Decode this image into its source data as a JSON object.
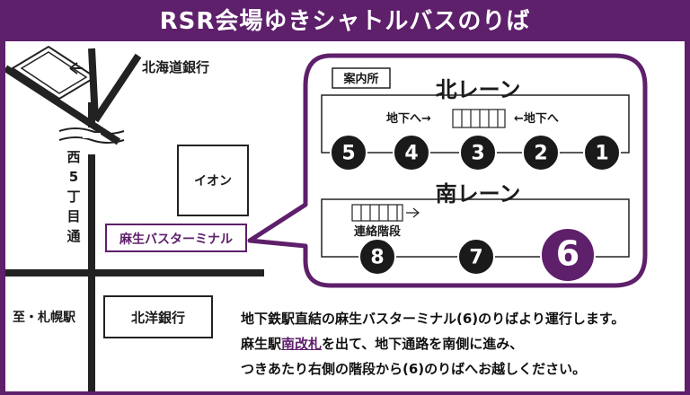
{
  "title": "RSR会場ゆきシャトルバスのりば",
  "map": {
    "bank_north": "北海道銀行",
    "street": "西5丁目通",
    "street_chars": [
      "西",
      "5",
      "丁",
      "目",
      "通"
    ],
    "aeon": "イオン",
    "terminal": "麻生バスターミナル",
    "sapporo": "至・札幌駅",
    "bank_south": "北洋銀行"
  },
  "lanes": {
    "info_desk": "案内所",
    "north_title": "北レーン",
    "south_title": "南レーン",
    "underground_left": "地下へ→",
    "underground_right": "←地下へ",
    "stairs": "連絡階段",
    "north_stops": [
      "5",
      "4",
      "3",
      "2",
      "1"
    ],
    "south_stops": [
      "8",
      "7",
      "6"
    ],
    "highlight_stop": "6"
  },
  "info": {
    "line1": "地下鉄駅直結の麻生バスターミナル(6)のりばより運行します。",
    "line2_pre": "麻生駅",
    "line2_link": "南改札",
    "line2_post": "を出て、地下通路を南側に進み、",
    "line3": "つきあたり右側の階段から(6)のりばへお越しください。"
  },
  "colors": {
    "purple": "#5e1f6b",
    "black": "#1a1a1a"
  }
}
